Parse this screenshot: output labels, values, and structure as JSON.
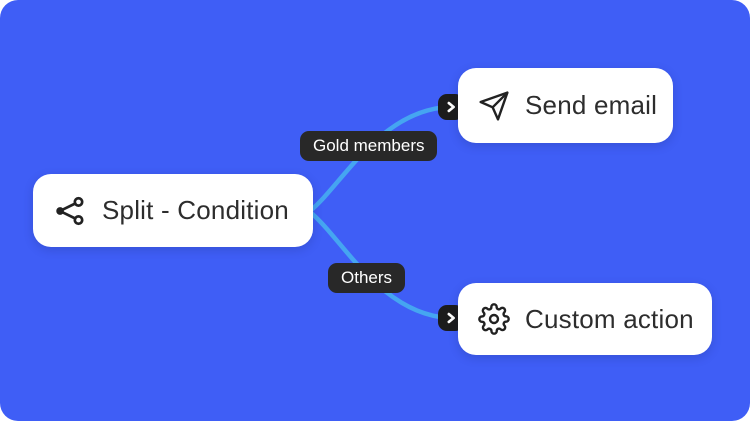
{
  "scene": {
    "background_color": "#3F5EF6",
    "page_background": "#FFFFFF",
    "connector_color": "#45A5F1",
    "card_background": "#FFFFFF",
    "card_text_color": "#2D2D2D",
    "pill_background": "#282828",
    "pill_text_color": "#FFFFFF",
    "badge_background": "#1C1C1C",
    "badge_chevron_color": "#FFFFFF"
  },
  "nodes": {
    "split": {
      "label": "Split - Condition",
      "icon": "split-share-icon"
    },
    "send_email": {
      "label": "Send email",
      "icon": "send-paper-plane-icon"
    },
    "custom_action": {
      "label": "Custom action",
      "icon": "gear-icon"
    }
  },
  "branch_labels": {
    "gold_members": "Gold members",
    "others": "Others"
  }
}
